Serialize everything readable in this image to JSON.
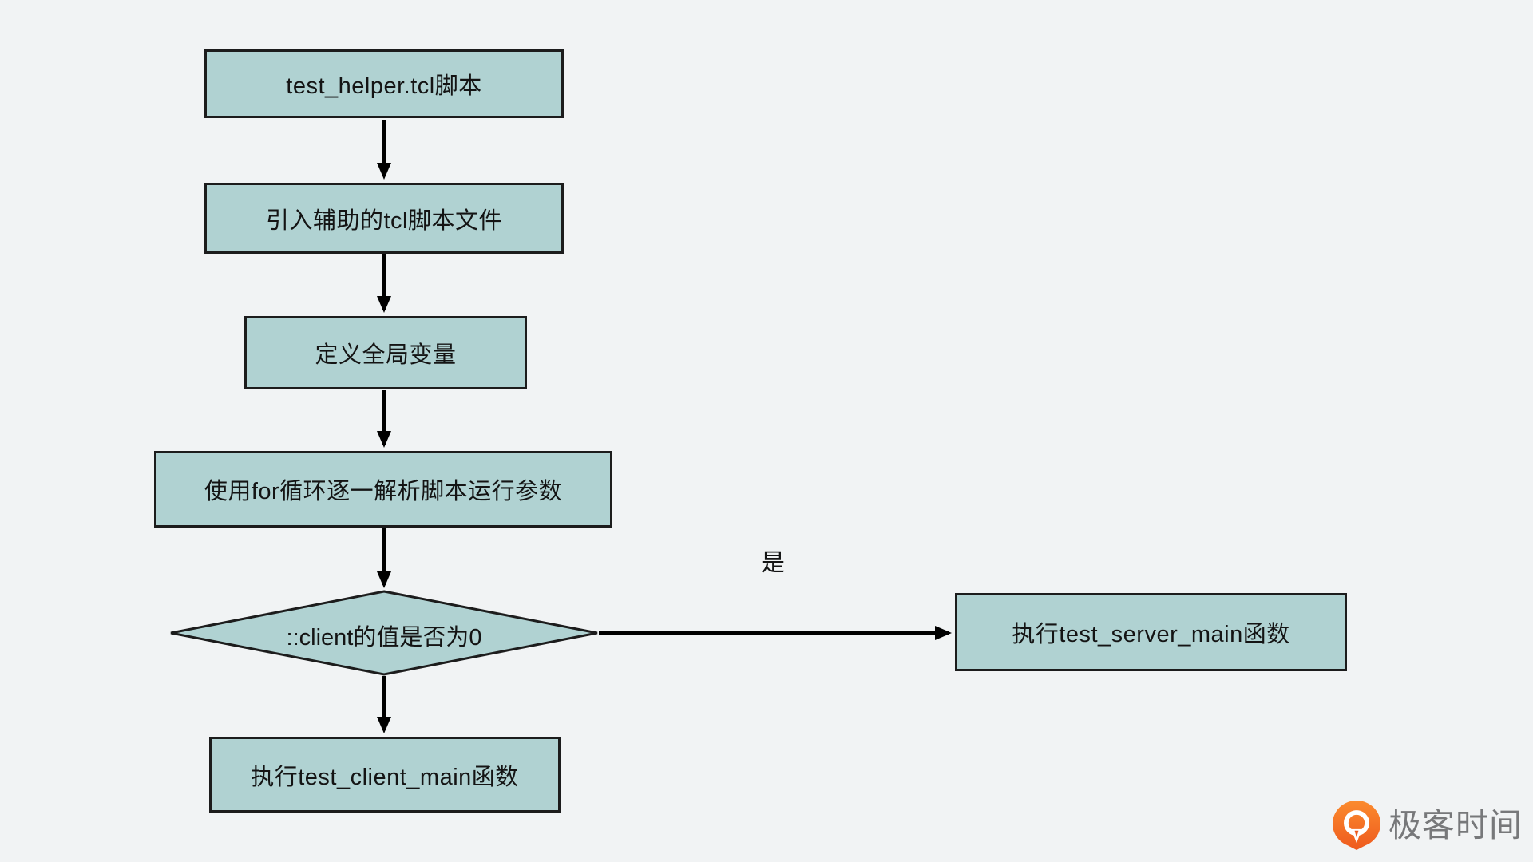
{
  "diagram": {
    "type": "flowchart",
    "nodes": [
      {
        "id": "test_helper",
        "shape": "rect",
        "label": "test_helper.tcl脚本"
      },
      {
        "id": "import_tcl",
        "shape": "rect",
        "label": "引入辅助的tcl脚本文件"
      },
      {
        "id": "define_globals",
        "shape": "rect",
        "label": "定义全局变量"
      },
      {
        "id": "parse_args",
        "shape": "rect",
        "label": "使用for循环逐一解析脚本运行参数"
      },
      {
        "id": "client_check",
        "shape": "diamond",
        "label": "::client的值是否为0"
      },
      {
        "id": "run_server",
        "shape": "rect",
        "label": "执行test_server_main函数"
      },
      {
        "id": "run_client",
        "shape": "rect",
        "label": "执行test_client_main函数"
      }
    ],
    "edges": [
      {
        "from": "test_helper",
        "to": "import_tcl",
        "label": ""
      },
      {
        "from": "import_tcl",
        "to": "define_globals",
        "label": ""
      },
      {
        "from": "define_globals",
        "to": "parse_args",
        "label": ""
      },
      {
        "from": "parse_args",
        "to": "client_check",
        "label": ""
      },
      {
        "from": "client_check",
        "to": "run_server",
        "label": "是"
      },
      {
        "from": "client_check",
        "to": "run_client",
        "label": ""
      }
    ]
  },
  "branding": {
    "logo_text": "极客时间"
  },
  "colors": {
    "background": "#f1f3f4",
    "node_fill": "#b0d2d2",
    "node_border": "#1c1c1c",
    "arrow": "#000000",
    "text": "#141414",
    "logo_orange": "#f7711f",
    "logo_orange_dark": "#ee5a1e",
    "logo_text_gray": "#77787a"
  }
}
